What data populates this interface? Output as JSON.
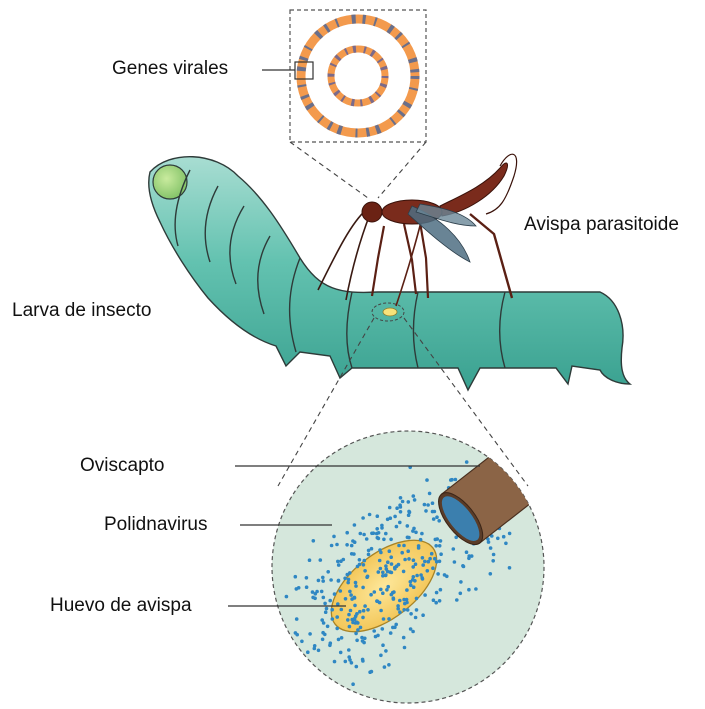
{
  "labels": {
    "viral_genes": "Genes virales",
    "wasp": "Avispa parasitoide",
    "larva": "Larva de insecto",
    "ovipositor": "Oviscapto",
    "polydnavirus": "Polidnavirus",
    "wasp_egg": "Huevo de avispa"
  },
  "colors": {
    "larva_fill": "#5fbfae",
    "larva_stroke": "#2e3b39",
    "larva_head": "#a6d67f",
    "wasp_body": "#7a2b1c",
    "wasp_wing": "#4f6f82",
    "ring_orange": "#f39a4d",
    "ring_stripe": "#6a6f8a",
    "zoom_circle": "#d5e7dc",
    "virus_dots": "#2f87c3",
    "egg_fill": "#f7d36a",
    "ovipositor_tube": "#8b6446"
  }
}
